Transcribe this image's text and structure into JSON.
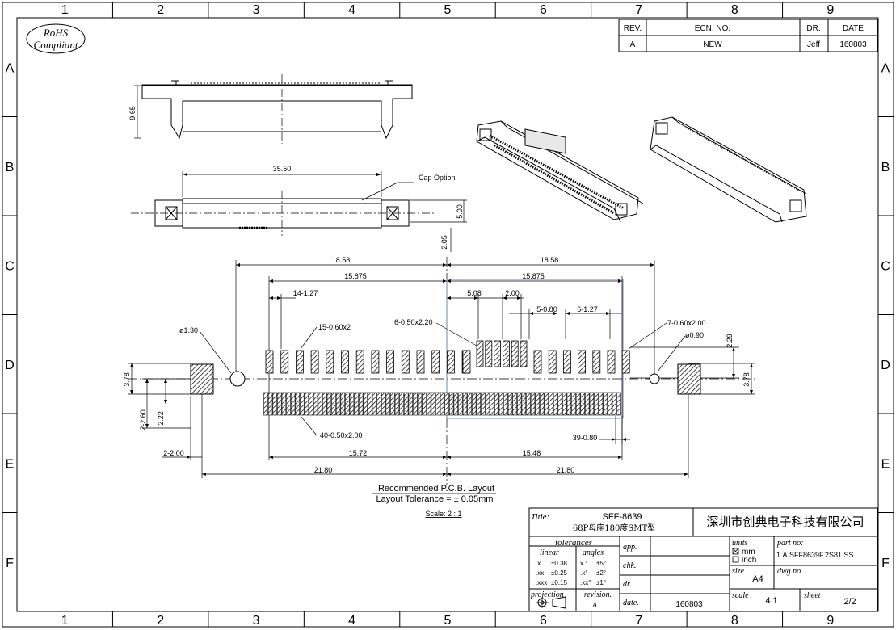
{
  "border": {
    "col_labels": [
      "1",
      "2",
      "3",
      "4",
      "5",
      "6",
      "7",
      "8",
      "9"
    ],
    "row_labels": [
      "A",
      "B",
      "C",
      "D",
      "E",
      "F"
    ]
  },
  "rohs": {
    "line1": "RoHS",
    "line2": "Compliant"
  },
  "revision_block": {
    "headers": [
      "REV.",
      "ECN.  NO.",
      "DR.",
      "DATE"
    ],
    "row": [
      "A",
      "NEW",
      "Jeff",
      "160803"
    ]
  },
  "side_view": {
    "height_dim": "9.65"
  },
  "top_view": {
    "length_dim": "35.50",
    "cap_label": "Cap Option",
    "dim_500": "5.00",
    "dim_205": "2.05"
  },
  "pcb_layout": {
    "dim_top_left": "18.58",
    "dim_top_right": "18.58",
    "dim_15875_left": "15.875",
    "dim_15875_right": "15.875",
    "dim_14_127": "14-1.27",
    "dim_508": "5.08",
    "dim_200": "2.00",
    "dim_5_080": "5-0.80",
    "dim_6_127": "6-1.27",
    "hole_left": "ø1.30",
    "pad_15": "15-0.60x2",
    "pad_6": "6-0.50x2.20",
    "pad_7": "7-0.60x2.00",
    "hole_right": "ø0.90",
    "dim_229": "2.29",
    "dim_378_left": "3.78",
    "dim_378_right": "3.78",
    "dim_2_260": "2-2.60",
    "dim_222": "2.22",
    "pad_40": "40-0.50x2.00",
    "dim_39_080": "39-0.80",
    "dim_2_200": "2-2.00",
    "dim_1572": "15.72",
    "dim_1548": "15.48",
    "dim_2180_left": "21.80",
    "dim_2180_right": "21.80",
    "caption1": "Recommended P.C.B. Layout",
    "caption2": "Layout Tolerance = ± 0.05mm",
    "scale": "Scale: 2 : 1"
  },
  "title_block": {
    "title_label": "Title:",
    "title_line1": "SFF-8639",
    "title_line2": "68P母座180度SMT型",
    "company": "深圳市创典电子科技有限公司",
    "tolerances_label": "tolerances",
    "linear_label": "linear",
    "angles_label": "angles",
    "linear_rows": [
      [
        ".x",
        "±0.38"
      ],
      [
        ".xx",
        "±0.25"
      ],
      [
        ".xxx",
        "±0.15"
      ]
    ],
    "angle_rows": [
      [
        "x.°",
        "±5°"
      ],
      [
        ".x°",
        "±2°"
      ],
      [
        ".xx°",
        "±1°"
      ]
    ],
    "projection_label": "projection",
    "revision_label": "revision.",
    "revision_value": "A",
    "app_label": "app.",
    "chk_label": "chk.",
    "dr_label": "dr.",
    "date_label": "date.",
    "date_value": "160803",
    "units_label": "units",
    "unit_mm": "mm",
    "unit_inch": "inch",
    "part_no_label": "part no:",
    "part_no": "1.A.SFF8639F.2S81.SS.",
    "size_label": "size",
    "size_value": "A4",
    "dwg_no_label": "dwg no.",
    "scale_label": "scale",
    "scale_value": "4:1",
    "sheet_label": "sheet",
    "sheet_value": "2/2"
  }
}
